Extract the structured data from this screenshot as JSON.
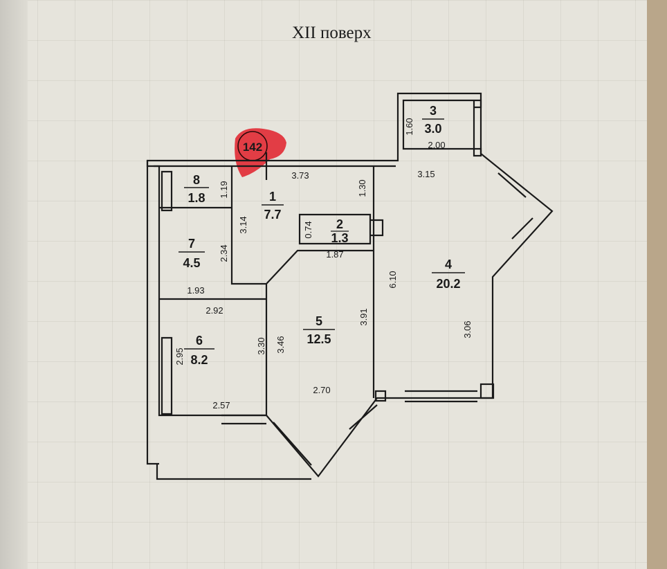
{
  "title": "XII поверх",
  "stamp": {
    "label": "142",
    "color": "#e0202a"
  },
  "rooms": [
    {
      "id": "1",
      "area": "7.7"
    },
    {
      "id": "2",
      "area": "1.3"
    },
    {
      "id": "3",
      "area": "3.0"
    },
    {
      "id": "4",
      "area": "20.2"
    },
    {
      "id": "5",
      "area": "12.5"
    },
    {
      "id": "6",
      "area": "8.2"
    },
    {
      "id": "7",
      "area": "4.5"
    },
    {
      "id": "8",
      "area": "1.8"
    }
  ],
  "dimensions": {
    "d_3_73": "3.73",
    "d_1_30": "1.30",
    "d_3_14": "3.14",
    "d_0_74": "0.74",
    "d_1_87": "1.87",
    "d_1_19": "1.19",
    "d_2_34": "2.34",
    "d_1_93": "1.93",
    "d_2_92": "2.92",
    "d_2_95": "2.95",
    "d_3_30": "3.30",
    "d_2_57": "2.57",
    "d_3_46": "3.46",
    "d_3_91": "3.91",
    "d_2_70": "2.70",
    "d_1_60": "1.60",
    "d_2_00": "2.00",
    "d_3_15": "3.15",
    "d_6_10": "6.10",
    "d_3_06": "3.06"
  }
}
